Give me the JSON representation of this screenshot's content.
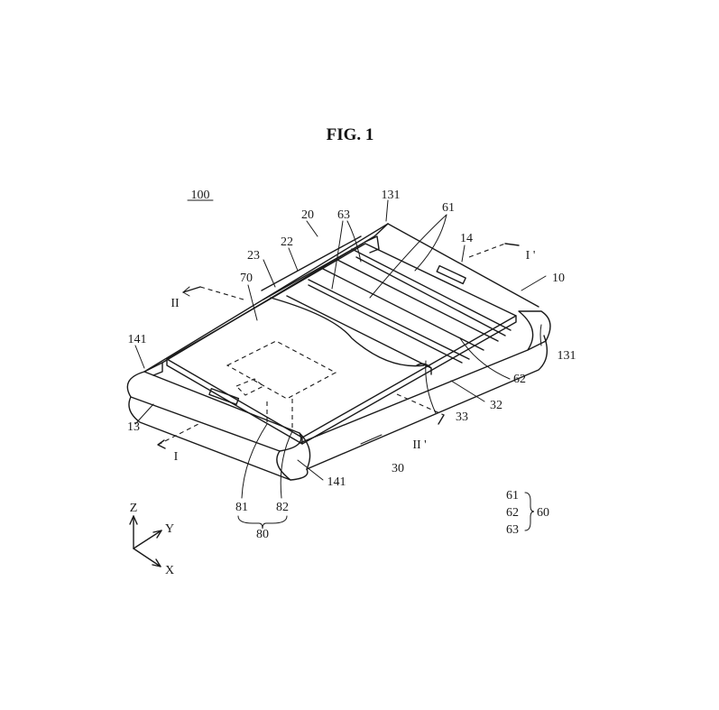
{
  "figure": {
    "title": "FIG. 1",
    "ref_main": "100",
    "labels": {
      "l10": "10",
      "l13": "13",
      "l14": "14",
      "l131a": "131",
      "l131b": "131",
      "l141a": "141",
      "l141b": "141",
      "l20": "20",
      "l22": "22",
      "l23": "23",
      "l30": "30",
      "l32": "32",
      "l33": "33",
      "l61": "61",
      "l62": "62",
      "l63": "63",
      "l70": "70",
      "l81": "81",
      "l82": "82",
      "l80": "80"
    },
    "section_marks": {
      "i": "I",
      "i_prime": "I '",
      "ii": "II",
      "ii_prime": "II '"
    },
    "legend": {
      "items": [
        "61",
        "62",
        "63"
      ],
      "group": "60"
    },
    "axes": {
      "z": "Z",
      "y": "Y",
      "x": "X"
    }
  }
}
